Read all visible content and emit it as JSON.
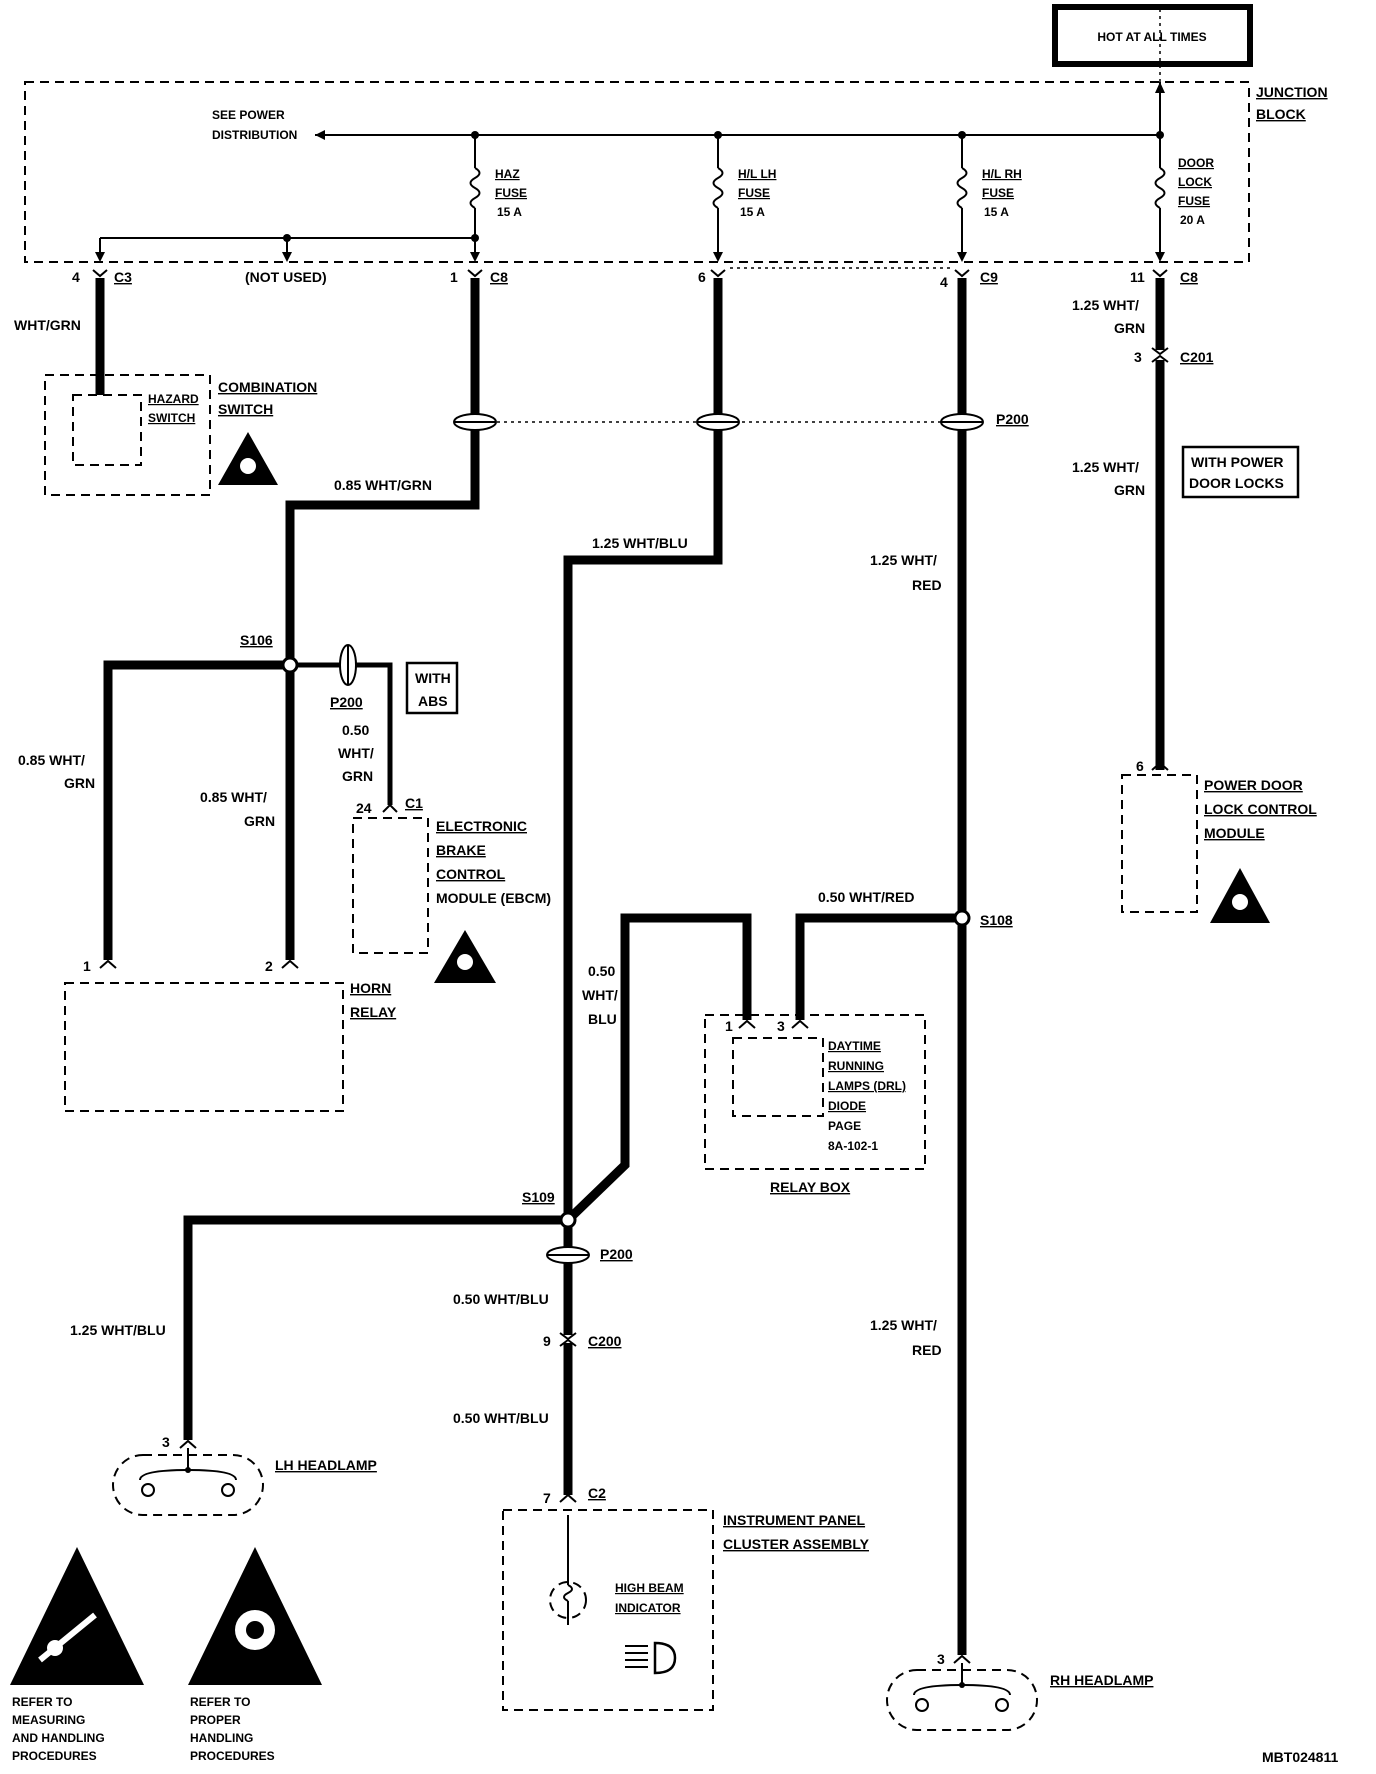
{
  "header": {
    "hot_at_all_times": "HOT AT ALL TIMES"
  },
  "junction_block": {
    "title_line1": "JUNCTION",
    "title_line2": "BLOCK",
    "see_power_line1": "SEE POWER",
    "see_power_line2": "DISTRIBUTION",
    "fuses": [
      {
        "l1": "HAZ",
        "l2": "FUSE",
        "l3": "15 A"
      },
      {
        "l1": "H/L LH",
        "l2": "FUSE",
        "l3": "15 A"
      },
      {
        "l1": "H/L RH",
        "l2": "FUSE",
        "l3": "15 A"
      },
      {
        "l1": "DOOR",
        "l2": "LOCK",
        "l3": "FUSE",
        "l4": "20 A"
      }
    ]
  },
  "connectors": {
    "c3_pin": "4",
    "c3": "C3",
    "not_used": "(NOT USED)",
    "c8a_pin": "1",
    "c8a": "C8",
    "c8b_pin": "6",
    "c9_pin": "4",
    "c9": "C9",
    "c8c_pin": "11",
    "c8c": "C8",
    "c201_pin": "3",
    "c201": "C201",
    "p200": "P200",
    "c1_pin": "24",
    "c1": "C1",
    "c200_pin": "9",
    "c200": "C200",
    "c2_pin": "7",
    "c2": "C2"
  },
  "splices": {
    "s106": "S106",
    "s108": "S108",
    "s109": "S109"
  },
  "wires": {
    "wht_grn": "WHT/GRN",
    "w125_wht_grn_a1": "1.25 WHT/",
    "w125_wht_grn_a2": "GRN",
    "w125_wht_grn_b1": "1.25 WHT/",
    "w125_wht_grn_b2": "GRN",
    "w085_wht_grn": "0.85 WHT/GRN",
    "w125_wht_blu": "1.25 WHT/BLU",
    "w125_wht_red_a1": "1.25 WHT/",
    "w125_wht_red_a2": "RED",
    "w085_wht_grn_l1": "0.85 WHT/",
    "w085_wht_grn_l2": "GRN",
    "w085_wht_grn_m1": "0.85 WHT/",
    "w085_wht_grn_m2": "GRN",
    "w050_wht_grn_1": "0.50",
    "w050_wht_grn_2": "WHT/",
    "w050_wht_grn_3": "GRN",
    "w050_wht_red": "0.50 WHT/RED",
    "w050_wht_blu_1": "0.50",
    "w050_wht_blu_2": "WHT/",
    "w050_wht_blu_3": "BLU",
    "w125_wht_blu_lh": "1.25 WHT/BLU",
    "w050_wht_blu_a": "0.50 WHT/BLU",
    "w050_wht_blu_b": "0.50 WHT/BLU",
    "w125_wht_red_b1": "1.25 WHT/",
    "w125_wht_red_b2": "RED"
  },
  "components": {
    "hazard_l1": "HAZARD",
    "hazard_l2": "SWITCH",
    "combo_l1": "COMBINATION",
    "combo_l2": "SWITCH",
    "with_power_l1": "WITH POWER",
    "with_power_l2": "DOOR LOCKS",
    "with_abs_l1": "WITH",
    "with_abs_l2": "ABS",
    "ebcm_l1": "ELECTRONIC",
    "ebcm_l2": "BRAKE",
    "ebcm_l3": "CONTROL",
    "ebcm_l4": "MODULE (EBCM)",
    "pdl_pin": "6",
    "pdl_l1": "POWER DOOR",
    "pdl_l2": "LOCK CONTROL",
    "pdl_l3": "MODULE",
    "horn_pin1": "1",
    "horn_pin2": "2",
    "horn_l1": "HORN",
    "horn_l2": "RELAY",
    "drl_pin1": "1",
    "drl_pin3": "3",
    "drl_l1": "DAYTIME",
    "drl_l2": "RUNNING",
    "drl_l3": "LAMPS (DRL)",
    "drl_l4": "DIODE",
    "drl_page1": "PAGE",
    "drl_page2": "8A-102-1",
    "relay_box": "RELAY BOX",
    "lh_pin": "3",
    "lh_headlamp": "LH HEADLAMP",
    "ipc_l1": "INSTRUMENT PANEL",
    "ipc_l2": "CLUSTER ASSEMBLY",
    "hb_l1": "HIGH BEAM",
    "hb_l2": "INDICATOR",
    "rh_pin": "3",
    "rh_headlamp": "RH HEADLAMP"
  },
  "legend": {
    "a1": "REFER TO",
    "a2": "MEASURING",
    "a3": "AND HANDLING",
    "a4": "PROCEDURES",
    "b1": "REFER TO",
    "b2": "PROPER",
    "b3": "HANDLING",
    "b4": "PROCEDURES"
  },
  "figure_code": "MBT024811"
}
